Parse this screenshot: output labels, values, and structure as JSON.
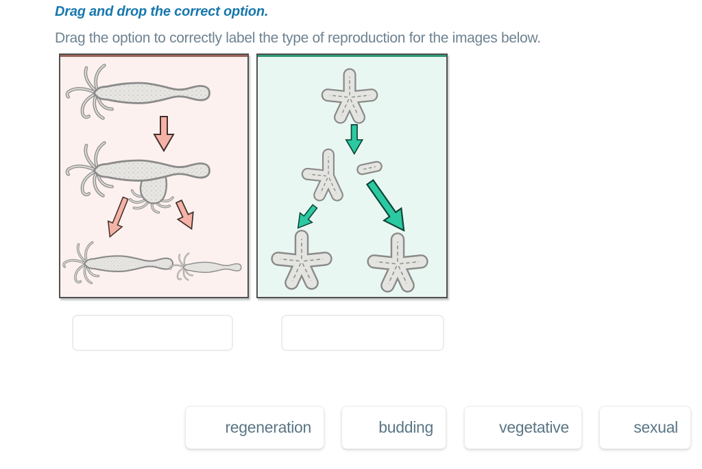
{
  "header": {
    "title": "Drag and drop the correct option.",
    "subtitle": "Drag the option to correctly label the type of reproduction for the images below."
  },
  "diagrams": [
    {
      "organism": "hydra",
      "description": "parent hydra forms a bud that detaches into two hydras",
      "background": "#fdf1ef",
      "accent_line": "#9c655b",
      "arrow_color": "#f5b2a6",
      "organism_fill": "#e7e6e3",
      "organism_outline": "#8a8a8a"
    },
    {
      "organism": "starfish",
      "description": "starfish loses an arm; both pieces become whole starfish",
      "background": "#e9f7f2",
      "accent_line": "#2f9b74",
      "arrow_color": "#2bc9a2",
      "organism_fill": "#e4e4e1",
      "organism_outline": "#8a8a8a"
    }
  ],
  "drop_zones": [
    {
      "id": "zone-1",
      "value": ""
    },
    {
      "id": "zone-2",
      "value": ""
    }
  ],
  "options": [
    {
      "label": "regeneration"
    },
    {
      "label": "budding"
    },
    {
      "label": "vegetative"
    },
    {
      "label": "sexual"
    }
  ],
  "colors": {
    "title_text": "#1778ad",
    "subtitle_text": "#6e8290",
    "option_text": "#5a7585"
  }
}
